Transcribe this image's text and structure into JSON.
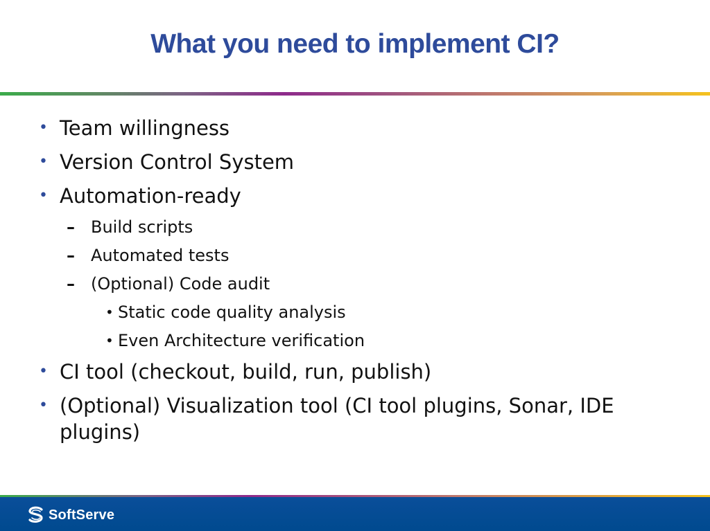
{
  "slide": {
    "title": "What you need to implement CI?",
    "bullets": [
      {
        "level": 1,
        "marker": "•",
        "text": "Team willingness"
      },
      {
        "level": 1,
        "marker": "•",
        "text": "Version Control System"
      },
      {
        "level": 1,
        "marker": "•",
        "text": "Automation-ready"
      },
      {
        "level": 2,
        "marker": "–",
        "text": "Build scripts"
      },
      {
        "level": 2,
        "marker": "–",
        "text": "Automated tests"
      },
      {
        "level": 2,
        "marker": "–",
        "text": "(Optional) Code audit"
      },
      {
        "level": 3,
        "marker": "•",
        "text": "Static code quality analysis"
      },
      {
        "level": 3,
        "marker": "•",
        "text": "Even Architecture verification"
      },
      {
        "level": 1,
        "marker": "•",
        "text": "CI tool (checkout, build, run, publish)"
      },
      {
        "level": 1,
        "marker": "•",
        "text": "(Optional) Visualization tool (CI tool plugins, Sonar, IDE plugins)"
      }
    ]
  },
  "footer": {
    "brand_name": "SoftServe",
    "brand_icon": "softserve-logo-icon"
  },
  "colors": {
    "title": "#2e4b9b",
    "bullet_accent": "#2e4b9b",
    "footer_bg": "#004a8f",
    "rule_start": "#3bab4a",
    "rule_mid": "#8e2a8b",
    "rule_end": "#f5c21e"
  }
}
